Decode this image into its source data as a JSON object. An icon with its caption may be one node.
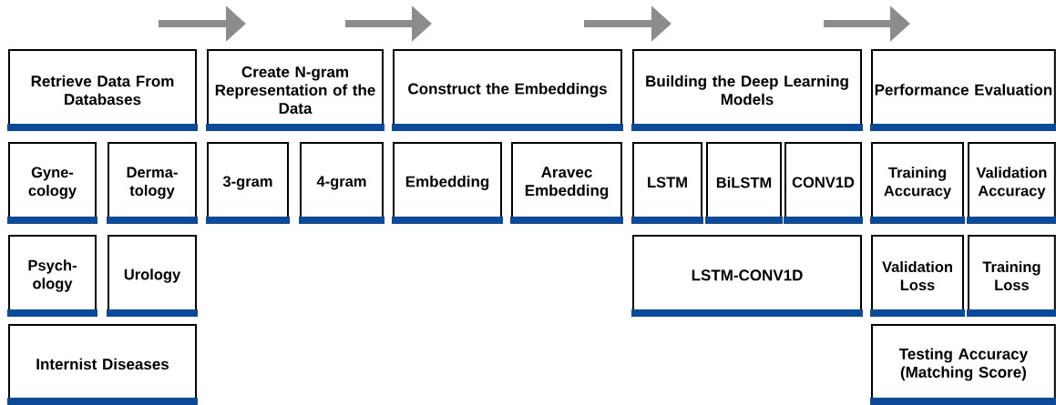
{
  "diagram": {
    "nodes": [
      {
        "text": [
          "Retrieve Data From Databases"
        ]
      },
      {
        "text": [
          "Create N-gram Representation of the Data"
        ]
      },
      {
        "text": [
          "Construct the Embeddings"
        ]
      },
      {
        "text": [
          "Building the Deep Learning Models"
        ]
      },
      {
        "text": [
          "Performance Evaluation"
        ]
      },
      {
        "text": [
          "Gyne- cology"
        ]
      },
      {
        "text": [
          "Derma- tology"
        ]
      },
      {
        "text": [
          "3-gram"
        ]
      },
      {
        "text": [
          "4-gram"
        ]
      },
      {
        "text": [
          "Embedding"
        ]
      },
      {
        "text": [
          "Aravec Embedding"
        ]
      },
      {
        "text": [
          "LSTM"
        ]
      },
      {
        "text": [
          "BiLSTM"
        ]
      },
      {
        "text": [
          "CONV1D"
        ]
      },
      {
        "text": [
          "Training Accuracy"
        ]
      },
      {
        "text": [
          "Validation Accuracy"
        ]
      },
      {
        "text": [
          "Psych- ology"
        ]
      },
      {
        "text": [
          "Urology"
        ]
      },
      {
        "text": [
          "LSTM-CONV1D"
        ]
      },
      {
        "text": [
          "Validation Loss"
        ]
      },
      {
        "text": [
          "Training Loss"
        ]
      },
      {
        "text": [
          "Internist Diseases"
        ]
      },
      {
        "text": [
          "Testing Accuracy (Matching Score)"
        ]
      }
    ],
    "edges": [
      {
        "from": 0,
        "to": 1,
        "arrow": "to"
      },
      {
        "from": 1,
        "to": 2,
        "arrow": "to"
      },
      {
        "from": 2,
        "to": 3,
        "arrow": "to"
      },
      {
        "from": 3,
        "to": 4,
        "arrow": "to"
      }
    ]
  }
}
